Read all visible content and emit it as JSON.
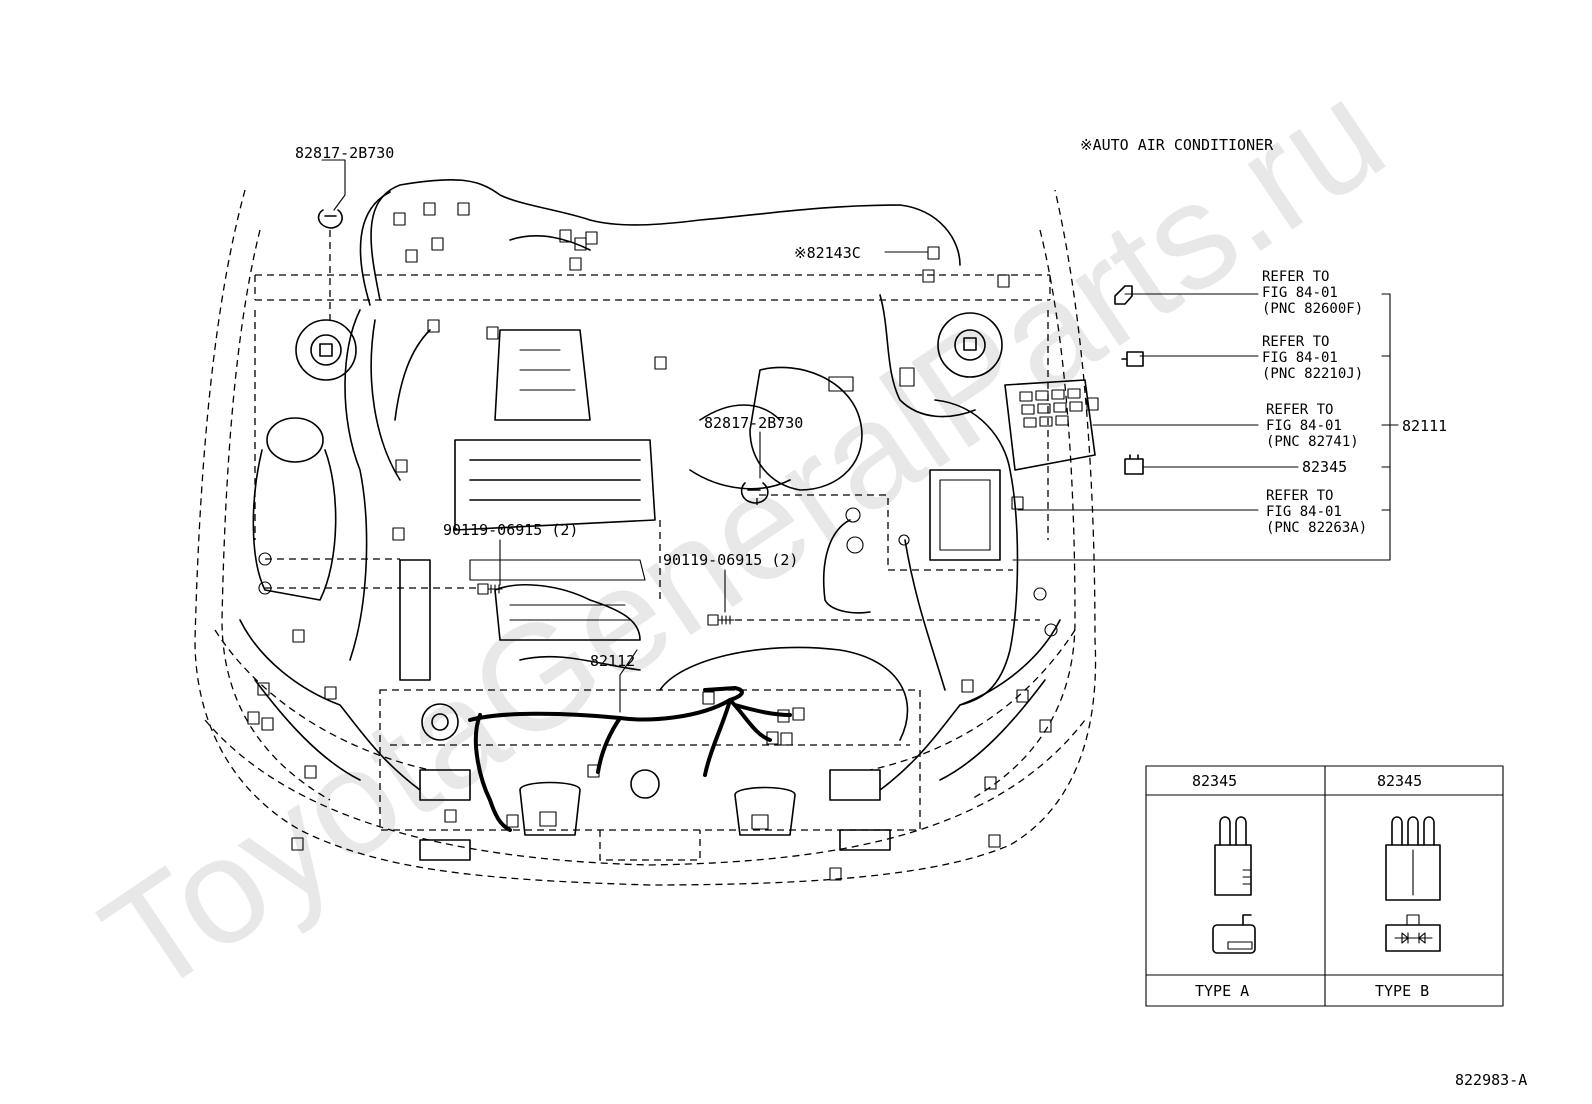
{
  "header_note": "※AUTO AIR CONDITIONER",
  "watermark": "ToyotaGeneralParts.ru",
  "labels": {
    "clip_top": "82817-2B730",
    "clip_mid": "82817-2B730",
    "bracket_ac": "※82143C",
    "bolt_left": "90119-06915 (2)",
    "bolt_right": "90119-06915 (2)",
    "harness_main": "82112",
    "group_number": "82111",
    "relay": "82345"
  },
  "refer_blocks": [
    {
      "line1": "REFER TO",
      "line2": "FIG 84-01",
      "line3": "(PNC 82600F)"
    },
    {
      "line1": "REFER TO",
      "line2": "FIG 84-01",
      "line3": "(PNC 82210J)"
    },
    {
      "line1": "REFER TO",
      "line2": "FIG 84-01",
      "line3": "(PNC 82741)"
    },
    {
      "line1": "REFER TO",
      "line2": "FIG 84-01",
      "line3": "(PNC 82263A)"
    }
  ],
  "type_table": {
    "col_a_header": "82345",
    "col_b_header": "82345",
    "col_a_footer": "TYPE  A",
    "col_b_footer": "TYPE  B"
  },
  "figure_id": "822983-A"
}
